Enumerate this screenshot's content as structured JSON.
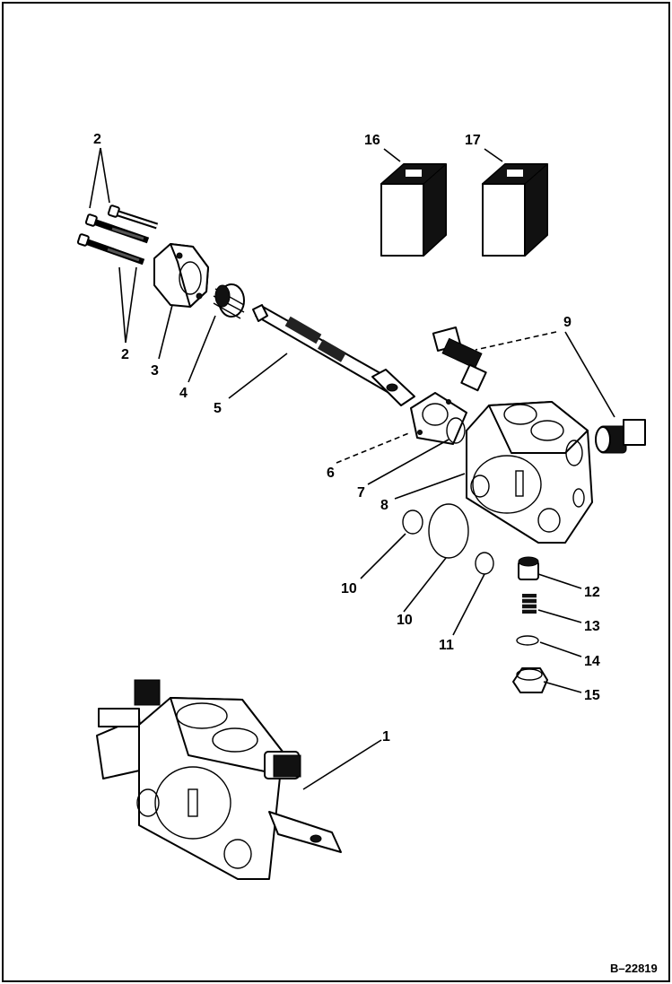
{
  "diagram": {
    "reference_number": "B–22819",
    "callouts": [
      {
        "id": "c2a",
        "label": "2"
      },
      {
        "id": "c2b",
        "label": "2"
      },
      {
        "id": "c3",
        "label": "3"
      },
      {
        "id": "c4",
        "label": "4"
      },
      {
        "id": "c5",
        "label": "5"
      },
      {
        "id": "c6",
        "label": "6"
      },
      {
        "id": "c7",
        "label": "7"
      },
      {
        "id": "c8",
        "label": "8"
      },
      {
        "id": "c9",
        "label": "9"
      },
      {
        "id": "c10a",
        "label": "10"
      },
      {
        "id": "c10b",
        "label": "10"
      },
      {
        "id": "c11",
        "label": "11"
      },
      {
        "id": "c12",
        "label": "12"
      },
      {
        "id": "c13",
        "label": "13"
      },
      {
        "id": "c14",
        "label": "14"
      },
      {
        "id": "c15",
        "label": "15"
      },
      {
        "id": "c16",
        "label": "16"
      },
      {
        "id": "c17",
        "label": "17"
      },
      {
        "id": "c1",
        "label": "1"
      }
    ]
  }
}
